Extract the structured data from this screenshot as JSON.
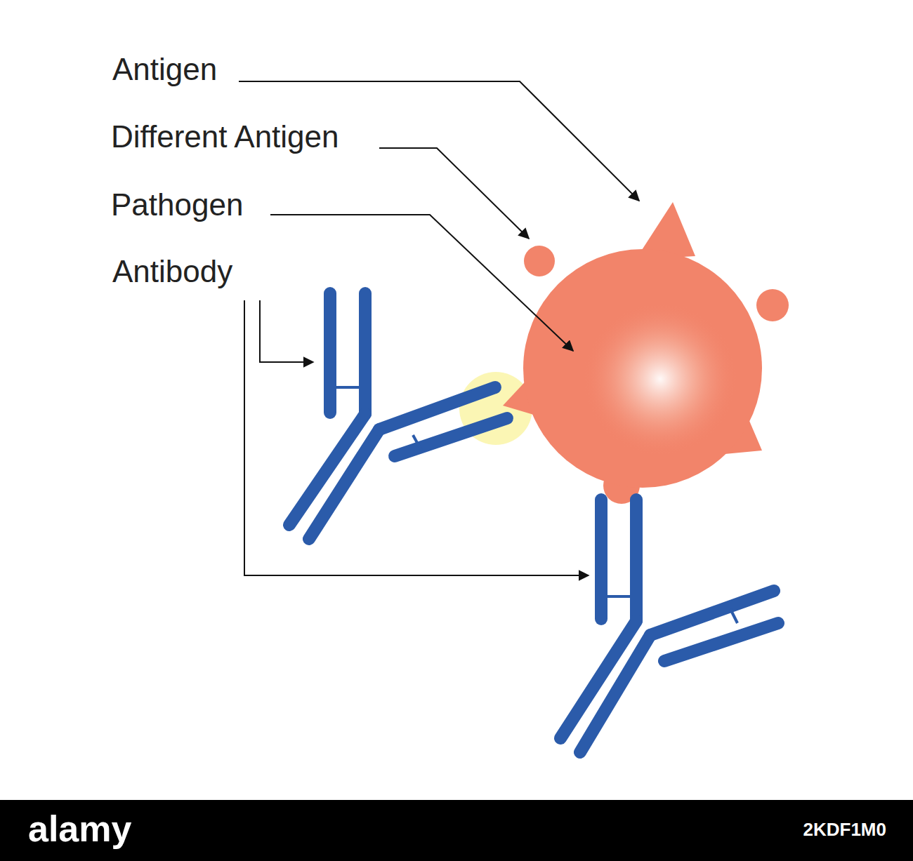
{
  "diagram": {
    "labels": [
      "Antigen",
      "Different Antigen",
      "Pathogen",
      "Antibody",
      "alamy",
      "2KDF1M0"
    ]
  }
}
